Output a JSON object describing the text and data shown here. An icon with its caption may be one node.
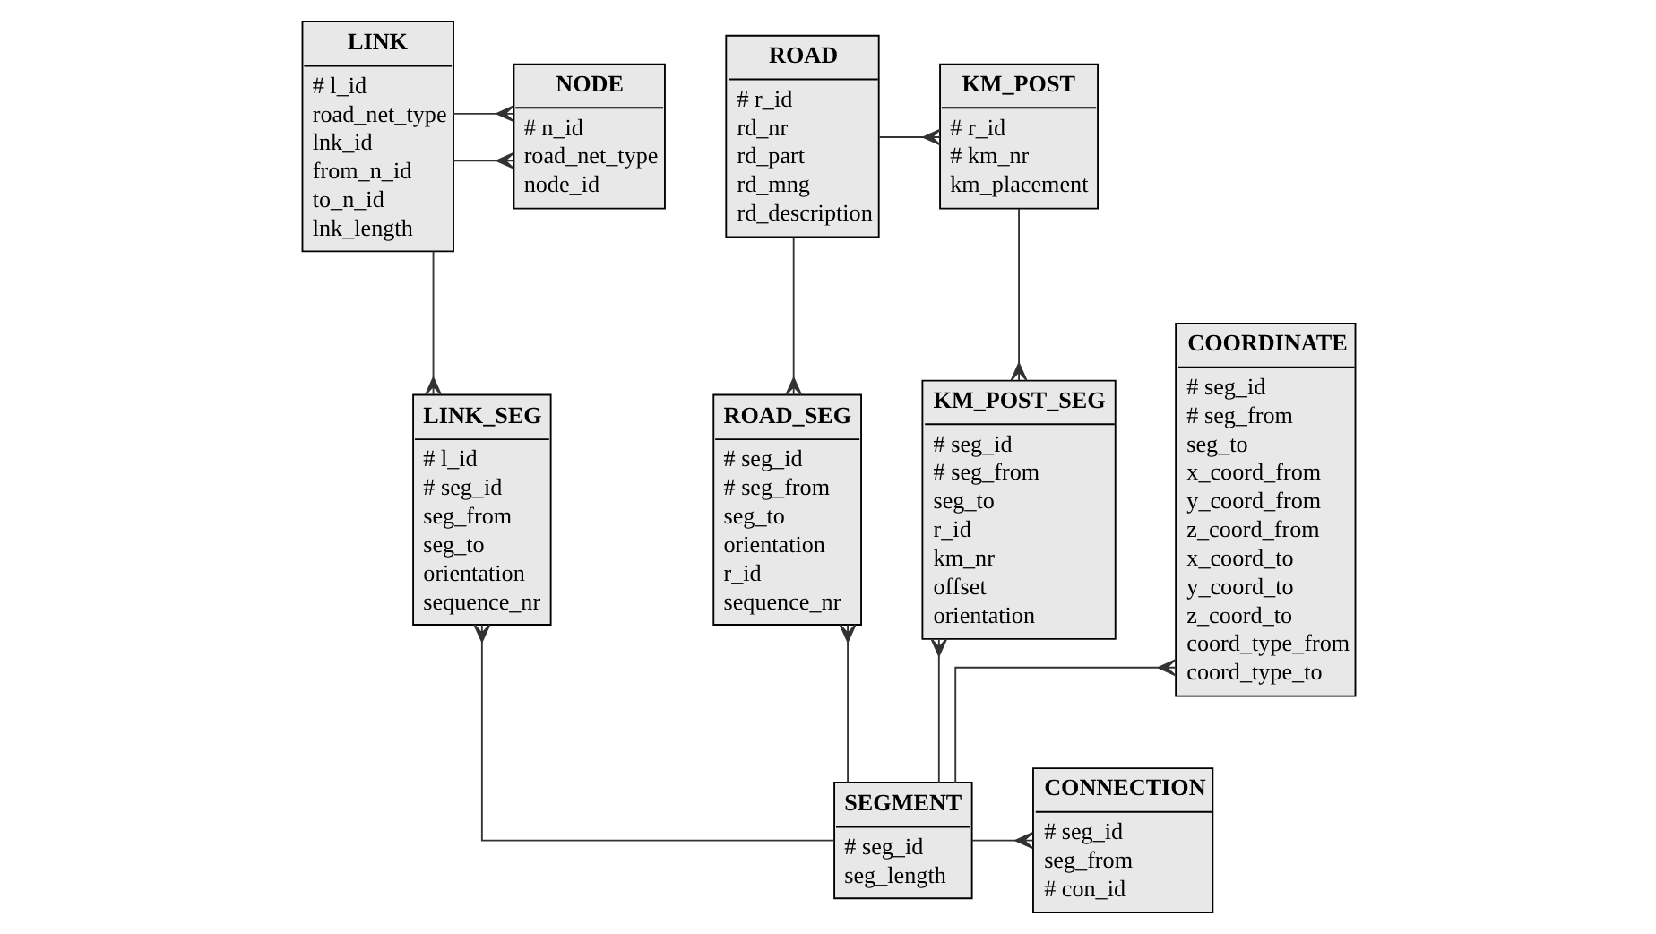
{
  "diagram": {
    "nodes": [
      {
        "text": [
          "NODE",
          "# n_id",
          "road_net_type",
          "node_id"
        ]
      },
      {
        "text": [
          "LINK",
          "# l_id",
          "road_net_type",
          "lnk_id",
          "from_n_id",
          "to_n_id",
          "lnk_length"
        ]
      },
      {
        "text": [
          "KM_POST",
          "# r_id",
          "# km_nr",
          "km_placement"
        ]
      },
      {
        "text": [
          "ROAD",
          "# r_id",
          "rd_nr",
          "rd_part",
          "rd_mng",
          "rd_description"
        ]
      },
      {
        "text": [
          "LINK_SEG",
          "# l_id",
          "# seg_id",
          "seg_from",
          "seg_to",
          "orientation",
          "sequence_nr"
        ]
      },
      {
        "text": [
          "KM_POST_SEG",
          "# seg_id",
          "# seg_from",
          "seg_to",
          "r_id",
          "km_nr",
          "offset",
          "orientation"
        ]
      },
      {
        "text": [
          "ROAD_SEG",
          "# seg_id",
          "# seg_from",
          "seg_to",
          "orientation",
          "r_id",
          "sequence_nr"
        ]
      },
      {
        "text": [
          "COORDINATE",
          "# seg_id",
          "# seg_from",
          "seg_to",
          "x_coord_from",
          "y_coord_from",
          "z_coord_from",
          "x_coord_to",
          "y_coord_to",
          "z_coord_to",
          "coord_type_from",
          "coord_type_to"
        ]
      },
      {
        "text": [
          "SEGMENT",
          "# seg_id",
          "seg_length"
        ]
      },
      {
        "text": [
          "CONNECTION",
          "# seg_id",
          "seg_from",
          "# con_id"
        ]
      }
    ],
    "edges": [
      {
        "from": 1,
        "to": 0,
        "arrow": "other"
      },
      {
        "from": 1,
        "to": 0,
        "arrow": "other"
      },
      {
        "from": 3,
        "to": 2,
        "arrow": "other"
      },
      {
        "from": 1,
        "to": 4,
        "arrow": "other"
      },
      {
        "from": 2,
        "to": 5,
        "arrow": "other"
      },
      {
        "from": 3,
        "to": 6,
        "arrow": "other"
      },
      {
        "from": 8,
        "to": 4,
        "arrow": "other"
      },
      {
        "from": 8,
        "to": 5,
        "arrow": "other"
      },
      {
        "from": 8,
        "to": 6,
        "arrow": "other"
      },
      {
        "from": 8,
        "to": 7,
        "arrow": "other"
      },
      {
        "from": 8,
        "to": 9,
        "arrow": "other"
      }
    ]
  }
}
